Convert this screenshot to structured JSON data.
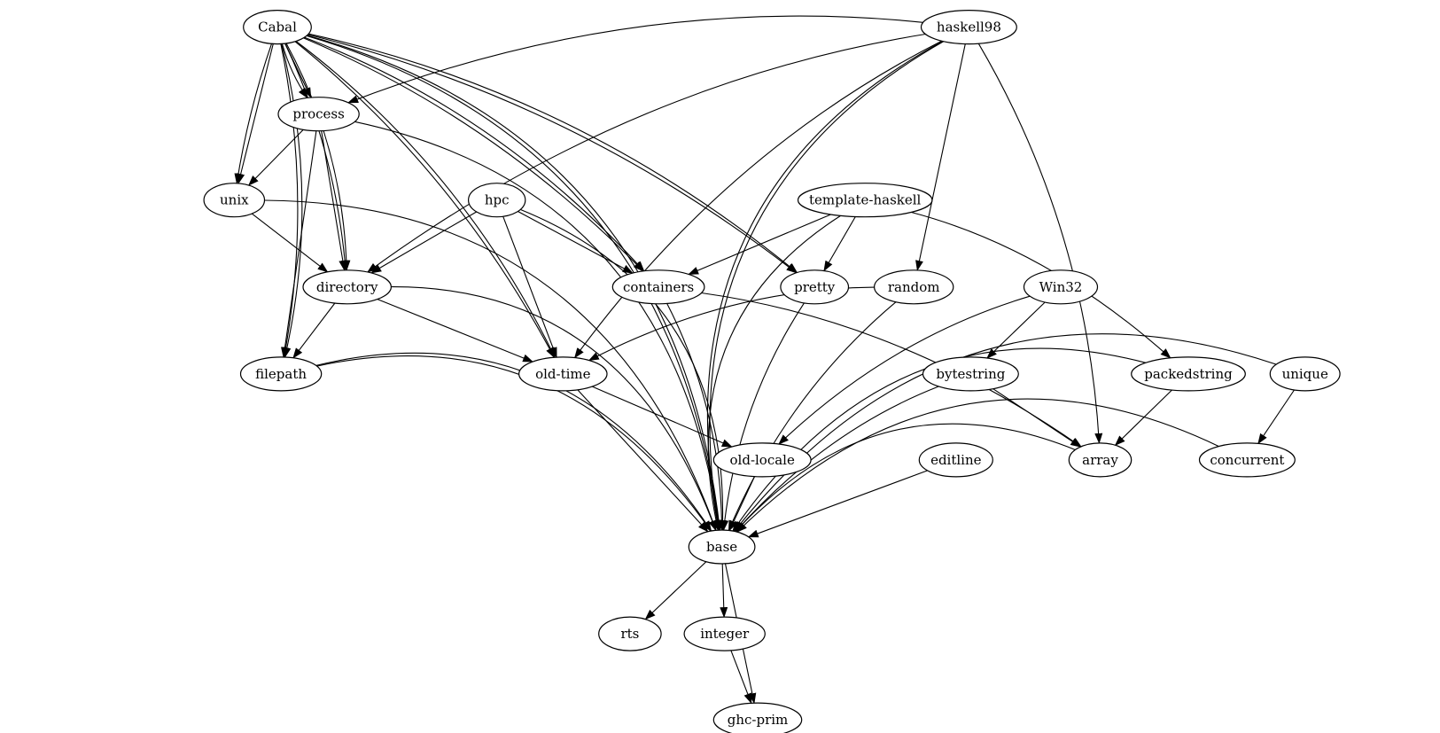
{
  "graph": {
    "nodes": [
      {
        "id": "cabal",
        "label": "Cabal"
      },
      {
        "id": "haskell98",
        "label": "haskell98"
      },
      {
        "id": "process",
        "label": "process"
      },
      {
        "id": "unix",
        "label": "unix"
      },
      {
        "id": "hpc",
        "label": "hpc"
      },
      {
        "id": "template-haskell",
        "label": "template-haskell"
      },
      {
        "id": "directory",
        "label": "directory"
      },
      {
        "id": "containers",
        "label": "containers"
      },
      {
        "id": "pretty",
        "label": "pretty"
      },
      {
        "id": "random",
        "label": "random"
      },
      {
        "id": "win32",
        "label": "Win32"
      },
      {
        "id": "filepath",
        "label": "filepath"
      },
      {
        "id": "old-time",
        "label": "old-time"
      },
      {
        "id": "bytestring",
        "label": "bytestring"
      },
      {
        "id": "packedstring",
        "label": "packedstring"
      },
      {
        "id": "unique",
        "label": "unique"
      },
      {
        "id": "old-locale",
        "label": "old-locale"
      },
      {
        "id": "editline",
        "label": "editline"
      },
      {
        "id": "array",
        "label": "array"
      },
      {
        "id": "concurrent",
        "label": "concurrent"
      },
      {
        "id": "base",
        "label": "base"
      },
      {
        "id": "rts",
        "label": "rts"
      },
      {
        "id": "integer",
        "label": "integer"
      },
      {
        "id": "ghc-prim",
        "label": "ghc-prim"
      }
    ],
    "edges": [
      {
        "from": "cabal",
        "to": "process"
      },
      {
        "from": "cabal",
        "to": "process"
      },
      {
        "from": "cabal",
        "to": "unix"
      },
      {
        "from": "cabal",
        "to": "unix"
      },
      {
        "from": "cabal",
        "to": "directory"
      },
      {
        "from": "cabal",
        "to": "directory"
      },
      {
        "from": "cabal",
        "to": "filepath"
      },
      {
        "from": "cabal",
        "to": "filepath"
      },
      {
        "from": "cabal",
        "to": "old-time"
      },
      {
        "from": "cabal",
        "to": "old-time"
      },
      {
        "from": "cabal",
        "to": "containers"
      },
      {
        "from": "cabal",
        "to": "containers"
      },
      {
        "from": "cabal",
        "to": "pretty"
      },
      {
        "from": "cabal",
        "to": "pretty"
      },
      {
        "from": "cabal",
        "to": "base"
      },
      {
        "from": "cabal",
        "to": "base"
      },
      {
        "from": "haskell98",
        "to": "process"
      },
      {
        "from": "haskell98",
        "to": "directory"
      },
      {
        "from": "haskell98",
        "to": "old-time"
      },
      {
        "from": "haskell98",
        "to": "random"
      },
      {
        "from": "haskell98",
        "to": "array"
      },
      {
        "from": "haskell98",
        "to": "base"
      },
      {
        "from": "haskell98",
        "to": "base"
      },
      {
        "from": "process",
        "to": "unix"
      },
      {
        "from": "process",
        "to": "directory"
      },
      {
        "from": "process",
        "to": "filepath"
      },
      {
        "from": "process",
        "to": "base"
      },
      {
        "from": "unix",
        "to": "directory"
      },
      {
        "from": "unix",
        "to": "base"
      },
      {
        "from": "hpc",
        "to": "directory"
      },
      {
        "from": "hpc",
        "to": "containers"
      },
      {
        "from": "hpc",
        "to": "old-time"
      },
      {
        "from": "hpc",
        "to": "base"
      },
      {
        "from": "template-haskell",
        "to": "containers"
      },
      {
        "from": "template-haskell",
        "to": "pretty"
      },
      {
        "from": "template-haskell",
        "to": "packedstring"
      },
      {
        "from": "template-haskell",
        "to": "base"
      },
      {
        "from": "directory",
        "to": "filepath"
      },
      {
        "from": "directory",
        "to": "old-time"
      },
      {
        "from": "directory",
        "to": "base"
      },
      {
        "from": "containers",
        "to": "array"
      },
      {
        "from": "containers",
        "to": "base"
      },
      {
        "from": "pretty",
        "to": "base"
      },
      {
        "from": "random",
        "to": "old-time"
      },
      {
        "from": "random",
        "to": "base"
      },
      {
        "from": "win32",
        "to": "bytestring"
      },
      {
        "from": "win32",
        "to": "old-locale"
      },
      {
        "from": "filepath",
        "to": "base"
      },
      {
        "from": "filepath",
        "to": "base"
      },
      {
        "from": "old-time",
        "to": "old-locale"
      },
      {
        "from": "old-time",
        "to": "base"
      },
      {
        "from": "bytestring",
        "to": "array"
      },
      {
        "from": "bytestring",
        "to": "base"
      },
      {
        "from": "packedstring",
        "to": "array"
      },
      {
        "from": "packedstring",
        "to": "base"
      },
      {
        "from": "unique",
        "to": "concurrent"
      },
      {
        "from": "unique",
        "to": "base"
      },
      {
        "from": "old-locale",
        "to": "base"
      },
      {
        "from": "editline",
        "to": "base"
      },
      {
        "from": "array",
        "to": "base"
      },
      {
        "from": "concurrent",
        "to": "base"
      },
      {
        "from": "base",
        "to": "rts"
      },
      {
        "from": "base",
        "to": "integer"
      },
      {
        "from": "base",
        "to": "ghc-prim"
      },
      {
        "from": "integer",
        "to": "ghc-prim"
      }
    ]
  }
}
